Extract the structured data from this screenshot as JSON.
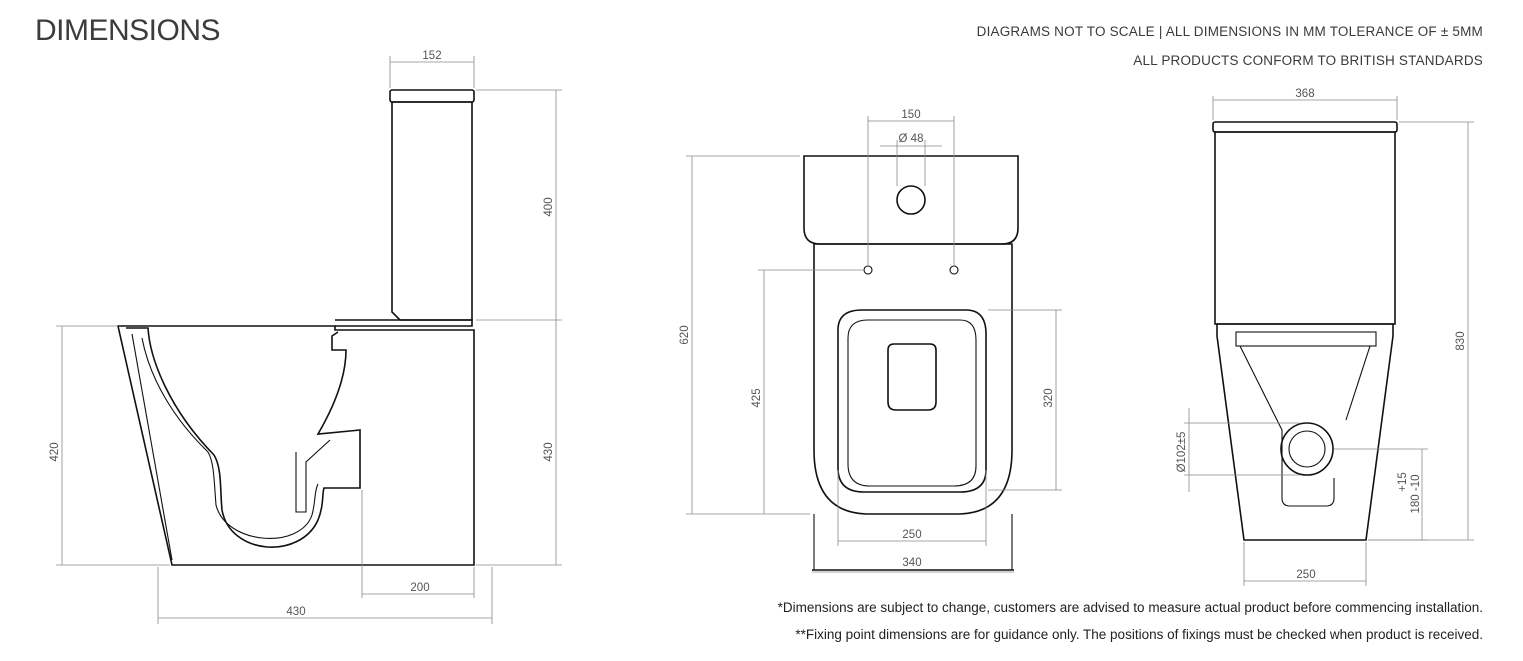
{
  "header": {
    "title": "DIMENSIONS",
    "line1": "DIAGRAMS NOT TO SCALE | ALL DIMENSIONS IN MM TOLERANCE OF ± 5MM",
    "line2": "ALL PRODUCTS CONFORM TO BRITISH STANDARDS"
  },
  "side_view": {
    "cistern_depth": "152",
    "cistern_height": "400",
    "pan_height_right": "430",
    "pan_height_left": "420",
    "outlet_offset": "200",
    "projection": "430"
  },
  "top_view": {
    "fixing_centres": "150",
    "inlet_diameter": "Ø 48",
    "overall_depth": "620",
    "fixing_to_front": "425",
    "seat_depth": "320",
    "seat_width": "250",
    "overall_width": "340"
  },
  "back_view": {
    "overall_width": "368",
    "overall_height": "830",
    "outlet_diameter": "Ø102±5",
    "outlet_height_plus": "+15",
    "outlet_height": "180 -10",
    "base_width": "250"
  },
  "notes": {
    "note1": "*Dimensions are subject to change, customers are advised to measure actual product before commencing installation.",
    "note2": "**Fixing point dimensions are for guidance only. The positions of fixings must be checked when product is received."
  }
}
